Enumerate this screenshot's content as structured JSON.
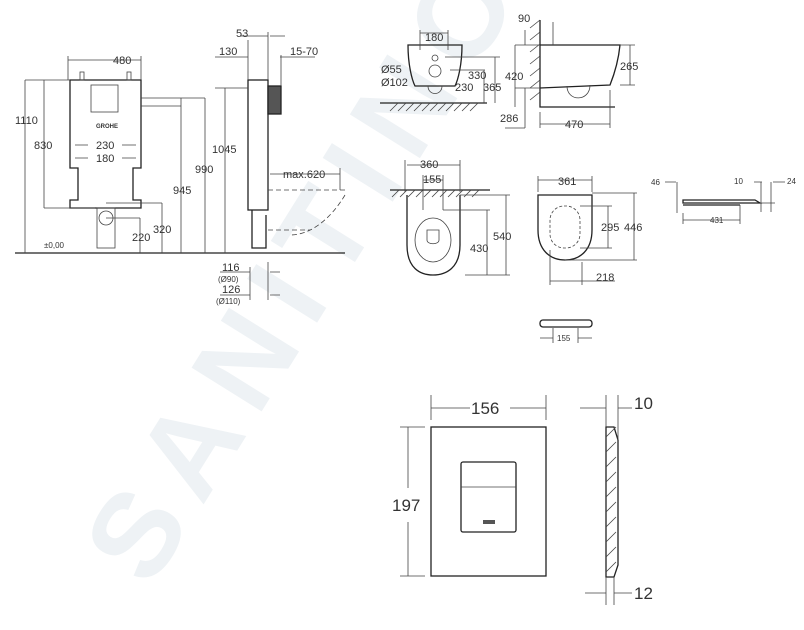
{
  "watermark": "SANITINO",
  "frame_front": {
    "width": "480",
    "height_total": "1110",
    "h830": "830",
    "w230": "230",
    "w180": "180",
    "h990": "990",
    "h945": "945",
    "h320": "320",
    "h220": "220",
    "level": "±0,00",
    "logo": "GROHE"
  },
  "frame_side": {
    "d53": "53",
    "d130": "130",
    "d15_70": "15-70",
    "h1045": "1045",
    "max620": "max.620",
    "d116": "116",
    "o90": "(Ø90)",
    "d126": "126",
    "o110": "(Ø110)"
  },
  "bowl_rear": {
    "w180": "180",
    "o55": "Ø55",
    "o102": "Ø102",
    "h330": "330",
    "h230": "230",
    "h365": "365"
  },
  "bowl_side": {
    "d90": "90",
    "h420": "420",
    "d286": "286",
    "h265": "265",
    "l470": "470"
  },
  "bowl_plan": {
    "w360": "360",
    "w155": "155",
    "l540": "540",
    "l430": "430"
  },
  "seat_plan": {
    "w361": "361",
    "l295": "295",
    "l446": "446",
    "d218": "218"
  },
  "seat_side": {
    "d46": "46",
    "d10": "10",
    "d24": "24",
    "l431": "431"
  },
  "seat_hinge": {
    "w155": "155"
  },
  "flush_plate": {
    "width": "156",
    "height": "197",
    "depth": "10",
    "d12": "12"
  }
}
